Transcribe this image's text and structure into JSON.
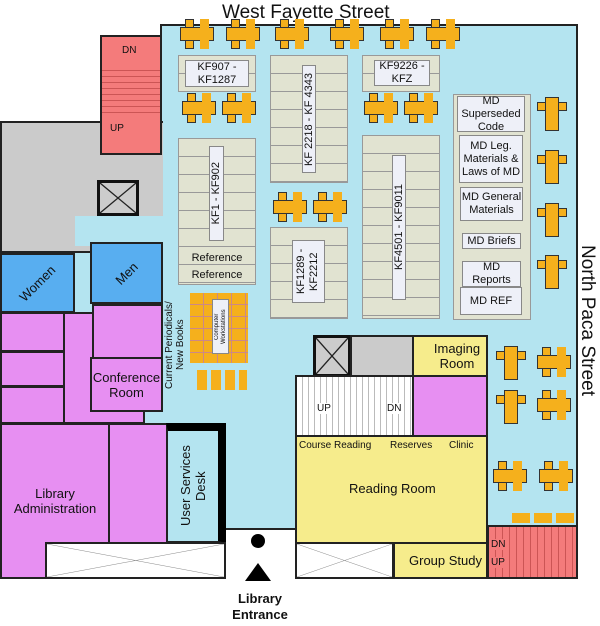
{
  "streets": {
    "top": "West Fayette Street",
    "right": "North Paca Street"
  },
  "entrance": "Library\nEntrance",
  "entrance_line1": "Library",
  "entrance_line2": "Entrance",
  "stairs": {
    "up": "UP",
    "dn": "DN"
  },
  "shelves": {
    "kf907": "KF907 - KF1287",
    "kf2218": "KF 2218 - KF 4343",
    "kf9226": "KF9226 - KFZ",
    "kf1": "KF1 - KF902",
    "kf1289": "KF1289 - KF2212",
    "kf4501": "KF4501 - KF9011",
    "reference": [
      "Reference",
      "Reference"
    ]
  },
  "md": [
    "MD Superseded Code",
    "MD Leg. Materials & Laws of MD",
    "MD General Materials",
    "MD Briefs",
    "MD Reports",
    "MD REF"
  ],
  "rooms": {
    "women": "Women",
    "men": "Men",
    "conference": "Conference Room",
    "admin": "Library Administration",
    "user_services": "User Services Desk",
    "periodicals": "Current Periodicals/ New Books",
    "computers": "Computer Workstations",
    "imaging": "Imaging Room",
    "reading": "Reading Room",
    "course_reading": "Course Reading",
    "reserves": "Reserves",
    "clinic": "Clinic",
    "group_study": "Group Study"
  },
  "colors": {
    "corridor": "#b4e4f0",
    "stairs": "#f47b7b",
    "office": "#e78ff2",
    "restroom": "#58aef0",
    "room": "#f6ec8c",
    "table": "#f5b01c"
  }
}
